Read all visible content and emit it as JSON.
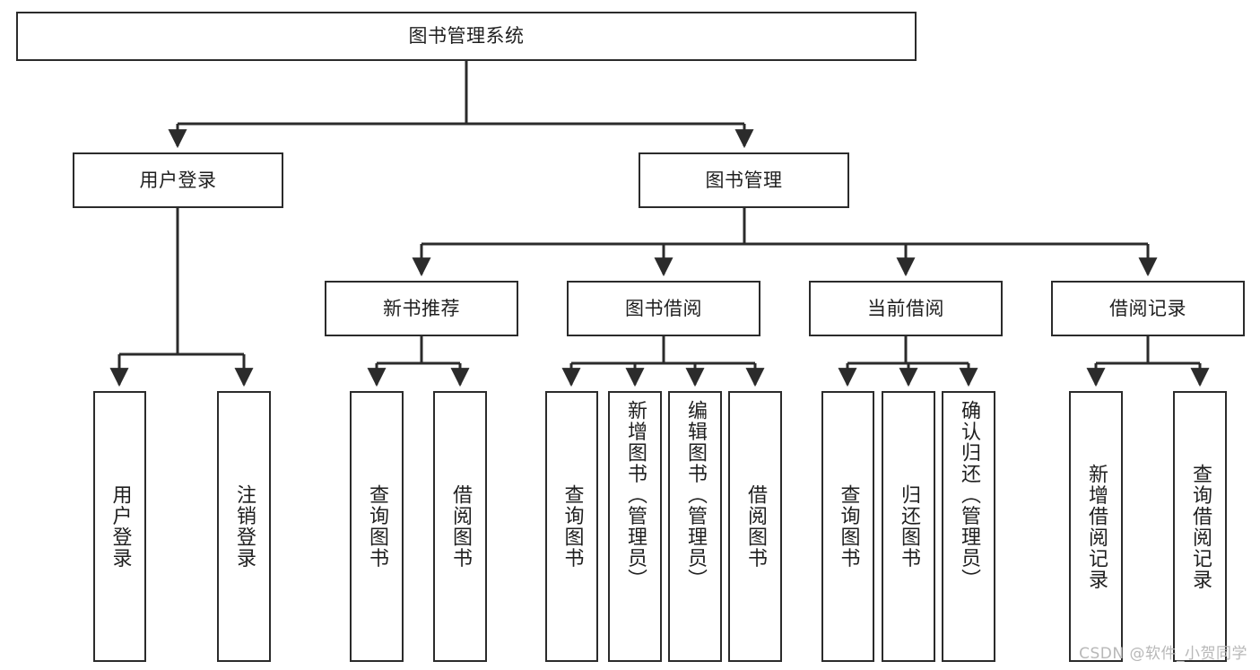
{
  "diagram": {
    "title": "图书管理系统",
    "type": "tree-hierarchy-diagram",
    "colors": {
      "box_border": "#2b2b2b",
      "box_fill": "#ffffff",
      "connector": "#2b2b2b",
      "text": "#1f1f1f",
      "watermark": "#b8b8b8",
      "background": "#ffffff"
    },
    "root": {
      "label": "图书管理系统"
    },
    "level2": [
      {
        "label": "用户登录"
      },
      {
        "label": "图书管理"
      }
    ],
    "level3": [
      {
        "label": "新书推荐"
      },
      {
        "label": "图书借阅"
      },
      {
        "label": "当前借阅"
      },
      {
        "label": "借阅记录"
      }
    ],
    "leaves": {
      "user_login": [
        {
          "label": "用户登录"
        },
        {
          "label": "注销登录"
        }
      ],
      "new_book_recommend": [
        {
          "label": "查询图书"
        },
        {
          "label": "借阅图书"
        }
      ],
      "book_borrow": [
        {
          "label": "查询图书"
        },
        {
          "label": "新增图书（管理员）"
        },
        {
          "label": "编辑图书（管理员）"
        },
        {
          "label": "借阅图书"
        }
      ],
      "current_borrow": [
        {
          "label": "查询图书"
        },
        {
          "label": "归还图书"
        },
        {
          "label": "确认归还（管理员）"
        }
      ],
      "borrow_record": [
        {
          "label": "新增借阅记录"
        },
        {
          "label": "查询借阅记录"
        }
      ]
    }
  },
  "watermark": {
    "text": "CSDN @软件_小贺同学"
  }
}
